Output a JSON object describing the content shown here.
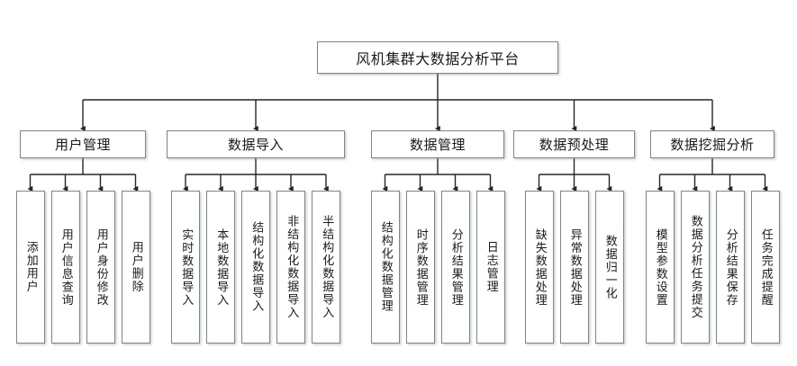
{
  "diagram": {
    "title": "风机集群大数据分析平台",
    "type": "tree-hierarchy",
    "root": {
      "label": "风机集群大数据分析平台"
    },
    "categories": [
      {
        "label": "用户管理",
        "children": [
          {
            "label": "添加用户"
          },
          {
            "label": "用户信息查询"
          },
          {
            "label": "用户身份修改"
          },
          {
            "label": "用户删除"
          }
        ]
      },
      {
        "label": "数据导入",
        "children": [
          {
            "label": "实时数据导入"
          },
          {
            "label": "本地数据导入"
          },
          {
            "label": "结构化数据导入"
          },
          {
            "label": "非结构化数据导入"
          },
          {
            "label": "半结构化数据导入"
          }
        ]
      },
      {
        "label": "数据管理",
        "children": [
          {
            "label": "结构化数据管理"
          },
          {
            "label": "时序数据管理"
          },
          {
            "label": "分析结果管理"
          },
          {
            "label": "日志管理"
          }
        ]
      },
      {
        "label": "数据预处理",
        "children": [
          {
            "label": "缺失数据处理"
          },
          {
            "label": "异常数据处理"
          },
          {
            "label": "数据归一化"
          }
        ]
      },
      {
        "label": "数据挖掘分析",
        "children": [
          {
            "label": "模型参数设置"
          },
          {
            "label": "数据分析任务提交"
          },
          {
            "label": "分析结果保存"
          },
          {
            "label": "任务完成提醒"
          }
        ]
      }
    ],
    "colors": {
      "box_border": "#7f8487",
      "box_fill": "#ffffff",
      "connector": "#262626",
      "text": "#1a1a1a",
      "background": "#ffffff"
    }
  }
}
